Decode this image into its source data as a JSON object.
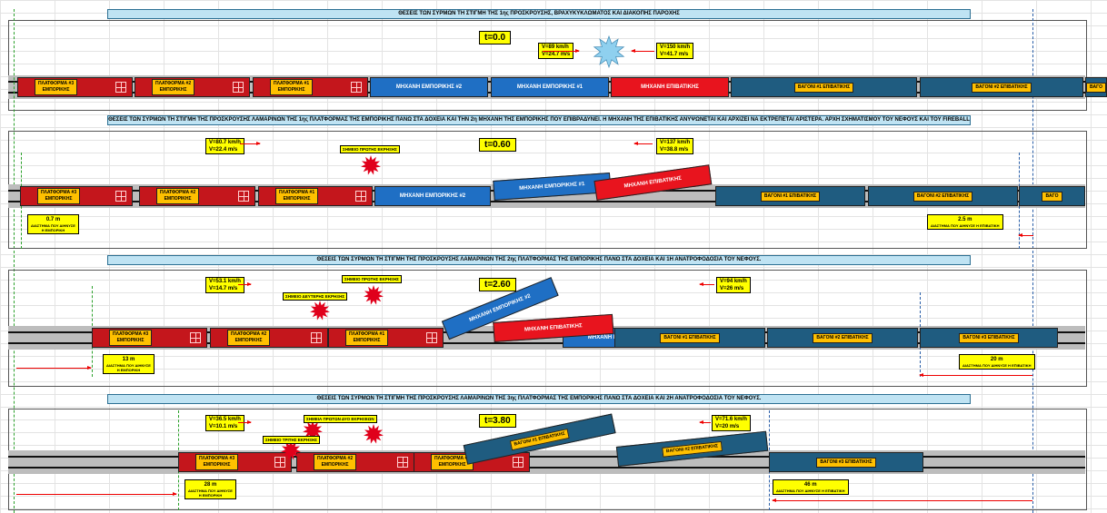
{
  "scenes": [
    {
      "title": "ΘΕΣΕΙΣ ΤΩΝ ΣΥΡΜΩΝ ΤΗ ΣΤΙΓΜΗ ΤΗΣ 1ης ΠΡΟΣΚΡΟΥΣΗΣ, ΒΡΑΧΥΚΥΚΛΩΜΑΤΟΣ ΚΑΙ ΔΙΑΚΟΠΗΣ ΠΑΡΟΧΗΣ",
      "time_label": "t=0.0",
      "freight_speed": [
        "V=89 km/h",
        "V=24.7 m/s"
      ],
      "passenger_speed": [
        "V=150 km/h",
        "V=41.7 m/s"
      ],
      "notes": [],
      "freight_distance": null,
      "passenger_distance": null
    },
    {
      "title": "ΘΕΣΕΙΣ ΤΩΝ ΣΥΡΜΩΝ ΤΗ ΣΤΙΓΜΗ ΤΗΣ ΠΡΟΣΚΡΟΥΣΗΣ ΛΑΜΑΡΙΝΩΝ ΤΗΣ 1ης ΠΛΑΤΦΟΡΜΑΣ ΤΗΣ ΕΜΠΟΡΙΚΗΣ ΠΑΝΩ ΣΤΑ ΔΟΧΕΙΑ ΚΑΙ ΤΗΝ 2η ΜΗΧΑΝΗ ΤΗΣ ΕΜΠΟΡΙΚΗΣ ΠΟΥ ΕΠΙΒΡΑΔΥΝΕΙ. Η ΜΗΧΑΝΗ ΤΗΣ ΕΠΙΒΑΤΙΚΗΣ ΑΝΥΨΩΝΕΤΑΙ ΚΑΙ ΑΡΧΙΖΕΙ ΝΑ ΕΚΤΡΕΠΕΤΑΙ ΑΡΙΣΤΕΡΑ. ΑΡΧΗ ΣΧΗΜΑΤΙΣΜΟΥ ΤΟΥ ΝΕΦΟΥΣ ΚΑΙ ΤΟΥ FIREBALL",
      "time_label": "t=0.60",
      "freight_speed": [
        "V=80.7 km/h",
        "V=22.4 m/s"
      ],
      "passenger_speed": [
        "V=137 km/h",
        "V=38.8 m/s"
      ],
      "notes": [
        "ΣΗΜΕΙΟ ΠΡΩΤΗΣ ΕΚΡΗΞΗΣ"
      ],
      "freight_distance": {
        "value": "0.7 m",
        "caption": [
          "ΔΙΑΣΤΗΜΑ ΠΟΥ ΔΙΗΝΥΣΕ",
          "Η ΕΜΠΟΡΙΚΗ"
        ]
      },
      "passenger_distance": {
        "value": "2.5 m",
        "caption": [
          "ΔΙΑΣΤΗΜΑ ΠΟΥ ΔΙΗΝΥΣΕ Η ΕΠΙΒΑΤΙΚΗ"
        ]
      }
    },
    {
      "title": "ΘΕΣΕΙΣ ΤΩΝ ΣΥΡΜΩΝ ΤΗ ΣΤΙΓΜΗ ΤΗΣ ΠΡΟΣΚΡΟΥΣΗΣ ΛΑΜΑΡΙΝΩΝ ΤΗΣ 2ης ΠΛΑΤΦΟΡΜΑΣ ΤΗΣ ΕΜΠΟΡΙΚΗΣ ΠΑΝΩ ΣΤΑ ΔΟΧΕΙΑ ΚΑΙ 1Η ΑΝΑΤΡΟΦΟΔΟΣΙΑ ΤΟΥ ΝΕΦΟΥΣ.",
      "time_label": "t=2.60",
      "freight_speed": [
        "V=53.1 km/h",
        "V=14.7 m/s"
      ],
      "passenger_speed": [
        "V=94 km/h",
        "V=26 m/s"
      ],
      "notes": [
        "ΣΗΜΕΙΟ ΠΡΩΤΗΣ ΕΚΡΗΞΗΣ",
        "ΣΗΜΕΙΟ ΔΕΥΤΕΡΗΣ ΕΚΡΗΞΗΣ"
      ],
      "freight_distance": {
        "value": "13 m",
        "caption": [
          "ΔΙΑΣΤΗΜΑ ΠΟΥ ΔΙΗΝΥΣΕ",
          "Η ΕΜΠΟΡΙΚΗ"
        ]
      },
      "passenger_distance": {
        "value": "20 m",
        "caption": [
          "ΔΙΑΣΤΗΜΑ ΠΟΥ ΔΙΗΝΥΣΕ Η ΕΠΙΒΑΤΙΚΗ"
        ]
      }
    },
    {
      "title": "ΘΕΣΕΙΣ ΤΩΝ ΣΥΡΜΩΝ ΤΗ ΣΤΙΓΜΗ ΤΗΣ ΠΡΟΣΚΡΟΥΣΗΣ ΛΑΜΑΡΙΝΩΝ ΤΗΣ 3ης ΠΛΑΤΦΟΡΜΑΣ ΤΗΣ ΕΜΠΟΡΙΚΗΣ ΠΑΝΩ ΣΤΑ ΔΟΧΕΙΑ ΚΑΙ 2Η ΑΝΑΤΡΟΦΟΔΟΣΙΑ ΤΟΥ ΝΕΦΟΥΣ.",
      "time_label": "t=3.80",
      "freight_speed": [
        "V=36.5 km/h",
        "V=10.1 m/s"
      ],
      "passenger_speed": [
        "V=71.6 km/h",
        "V=20 m/s"
      ],
      "notes": [
        "ΣΗΜΕΙΑ ΠΡΩΤΩΝ ΔΥΟ ΕΚΡΗΞΕΩΝ",
        "ΣΗΜΕΙΟ ΤΡΙΤΗΣ ΕΚΡΗΞΗΣ"
      ],
      "freight_distance": {
        "value": "28 m",
        "caption": [
          "ΔΙΑΣΤΗΜΑ ΠΟΥ ΔΙΗΝΥΣΕ",
          "Η ΕΜΠΟΡΙΚΗ"
        ]
      },
      "passenger_distance": {
        "value": "46 m",
        "caption": [
          "ΔΙΑΣΤΗΜΑ ΠΟΥ ΔΙΗΝΥΣΕ Η ΕΠΙΒΑΤΙΚΗ"
        ]
      }
    }
  ],
  "vehicles": {
    "platform_3": [
      "ΠΛΑΤΦΟΡΜΑ #3",
      "ΕΜΠΟΡΙΚΗΣ"
    ],
    "platform_2": [
      "ΠΛΑΤΦΟΡΜΑ #2",
      "ΕΜΠΟΡΙΚΗΣ"
    ],
    "platform_1": [
      "ΠΛΑΤΦΟΡΜΑ #1",
      "ΕΜΠΟΡΙΚΗΣ"
    ],
    "freight_engine_2": "ΜΗΧΑΝΗ ΕΜΠΟΡΙΚΗΣ #2",
    "freight_engine_1": "ΜΗΧΑΝΗ ΕΜΠΟΡΙΚΗΣ #1",
    "passenger_engine": "ΜΗΧΑΝΗ ΕΠΙΒΑΤΙΚΗΣ",
    "wagon_1": "ΒΑΓΟΝΙ #1 ΕΠΙΒΑΤΙΚΗΣ",
    "wagon_2": "ΒΑΓΟΝΙ #2 ΕΠΙΒΑΤΙΚΗΣ",
    "wagon_3": "ΒΑΓΟΝΙ #3 ΕΠΙΒΑΤΙΚΗΣ",
    "wagon_3_clipped": "ΒΑΓΟ"
  },
  "colors": {
    "freight_platform": "#c4161c",
    "freight_engine": "#1f6fc4",
    "passenger_engine": "#e8141e",
    "passenger_wagon": "#1f5c80",
    "label_fill": "#ffc000",
    "speed_box": "#ffff00",
    "banner": "#bfe3f3",
    "freight_marker": "#2aa02a",
    "passenger_marker": "#2a5fa8",
    "arrow": "#e00000",
    "explosion": "#e0001b",
    "impact_star": "#8fd0ef"
  }
}
